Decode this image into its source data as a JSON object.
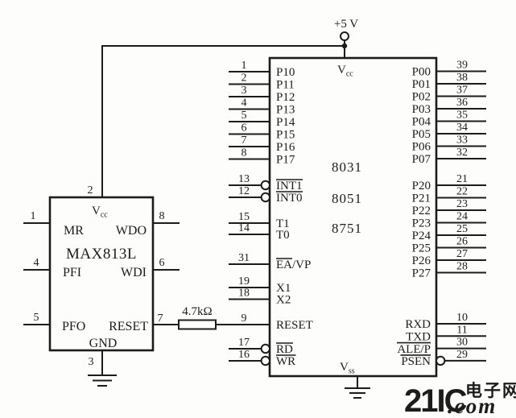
{
  "power": {
    "label": "+5 V"
  },
  "mcu": {
    "models": [
      "8031",
      "8051",
      "8751"
    ],
    "vcc": {
      "base": "V",
      "sub": "cc"
    },
    "vss": {
      "base": "V",
      "sub": "ss"
    },
    "left_groups": [
      {
        "name": "port1",
        "pins": [
          {
            "num": "1",
            "label": "P10"
          },
          {
            "num": "2",
            "label": "P11"
          },
          {
            "num": "3",
            "label": "P12"
          },
          {
            "num": "4",
            "label": "P13"
          },
          {
            "num": "5",
            "label": "P14"
          },
          {
            "num": "6",
            "label": "P15"
          },
          {
            "num": "7",
            "label": "P16"
          },
          {
            "num": "8",
            "label": "P17"
          }
        ]
      },
      {
        "name": "interrupts",
        "pins": [
          {
            "num": "13",
            "label": "INT1",
            "overline": true,
            "bubble": true
          },
          {
            "num": "12",
            "label": "INT0",
            "overline": true,
            "bubble": true
          }
        ]
      },
      {
        "name": "timers",
        "pins": [
          {
            "num": "15",
            "label": "T1"
          },
          {
            "num": "14",
            "label": "T0"
          }
        ]
      },
      {
        "name": "ea",
        "pins": [
          {
            "num": "31",
            "label": "EA/VP",
            "overline_prefix": "EA"
          }
        ]
      },
      {
        "name": "xtal",
        "pins": [
          {
            "num": "19",
            "label": "X1"
          },
          {
            "num": "18",
            "label": "X2"
          }
        ]
      },
      {
        "name": "reset",
        "pins": [
          {
            "num": "9",
            "label": "RESET",
            "no_stub": true
          }
        ]
      },
      {
        "name": "read-write",
        "pins": [
          {
            "num": "17",
            "label": "RD",
            "overline": true,
            "bubble": true
          },
          {
            "num": "16",
            "label": "WR",
            "overline": true,
            "bubble": true
          }
        ]
      }
    ],
    "right_groups": [
      {
        "name": "port0",
        "pins": [
          {
            "num": "39",
            "label": "P00"
          },
          {
            "num": "38",
            "label": "P01"
          },
          {
            "num": "37",
            "label": "P02"
          },
          {
            "num": "36",
            "label": "P03"
          },
          {
            "num": "35",
            "label": "P04"
          },
          {
            "num": "34",
            "label": "P05"
          },
          {
            "num": "33",
            "label": "P06"
          },
          {
            "num": "32",
            "label": "P07"
          }
        ]
      },
      {
        "name": "port2",
        "pins": [
          {
            "num": "21",
            "label": "P20"
          },
          {
            "num": "22",
            "label": "P21"
          },
          {
            "num": "23",
            "label": "P22"
          },
          {
            "num": "24",
            "label": "P23"
          },
          {
            "num": "25",
            "label": "P24"
          },
          {
            "num": "26",
            "label": "P25"
          },
          {
            "num": "27",
            "label": "P26"
          },
          {
            "num": "28",
            "label": "P27"
          }
        ]
      },
      {
        "name": "serial-control",
        "pins": [
          {
            "num": "10",
            "label": "RXD"
          },
          {
            "num": "11",
            "label": "TXD"
          },
          {
            "num": "30",
            "label": "ALE/P",
            "overline": true
          },
          {
            "num": "29",
            "label": "PSEN",
            "overline": true,
            "bubble": true
          }
        ]
      }
    ]
  },
  "watchdog": {
    "name": "MAX813L",
    "vcc": {
      "num": "2",
      "base": "V",
      "sub": "cc"
    },
    "gnd": {
      "num": "3",
      "label": "GND"
    },
    "left_pins": [
      {
        "num": "1",
        "label": "MR"
      },
      {
        "num": "4",
        "label": "PFI"
      },
      {
        "num": "5",
        "label": "PFO"
      }
    ],
    "right_pins": [
      {
        "num": "8",
        "label": "WDO"
      },
      {
        "num": "6",
        "label": "WDI"
      },
      {
        "num": "7",
        "label": "RESET"
      }
    ]
  },
  "resistor": {
    "value": "4.7kΩ"
  },
  "watermark": {
    "brand": "21IC",
    "site": "电子网",
    "suffix": ".com"
  },
  "colors": {
    "ink": "#1c1c1c",
    "watermark_pink": "#f3b0b4",
    "watermark_lavender": "#d3c6df",
    "background": "#fdfdfb"
  }
}
